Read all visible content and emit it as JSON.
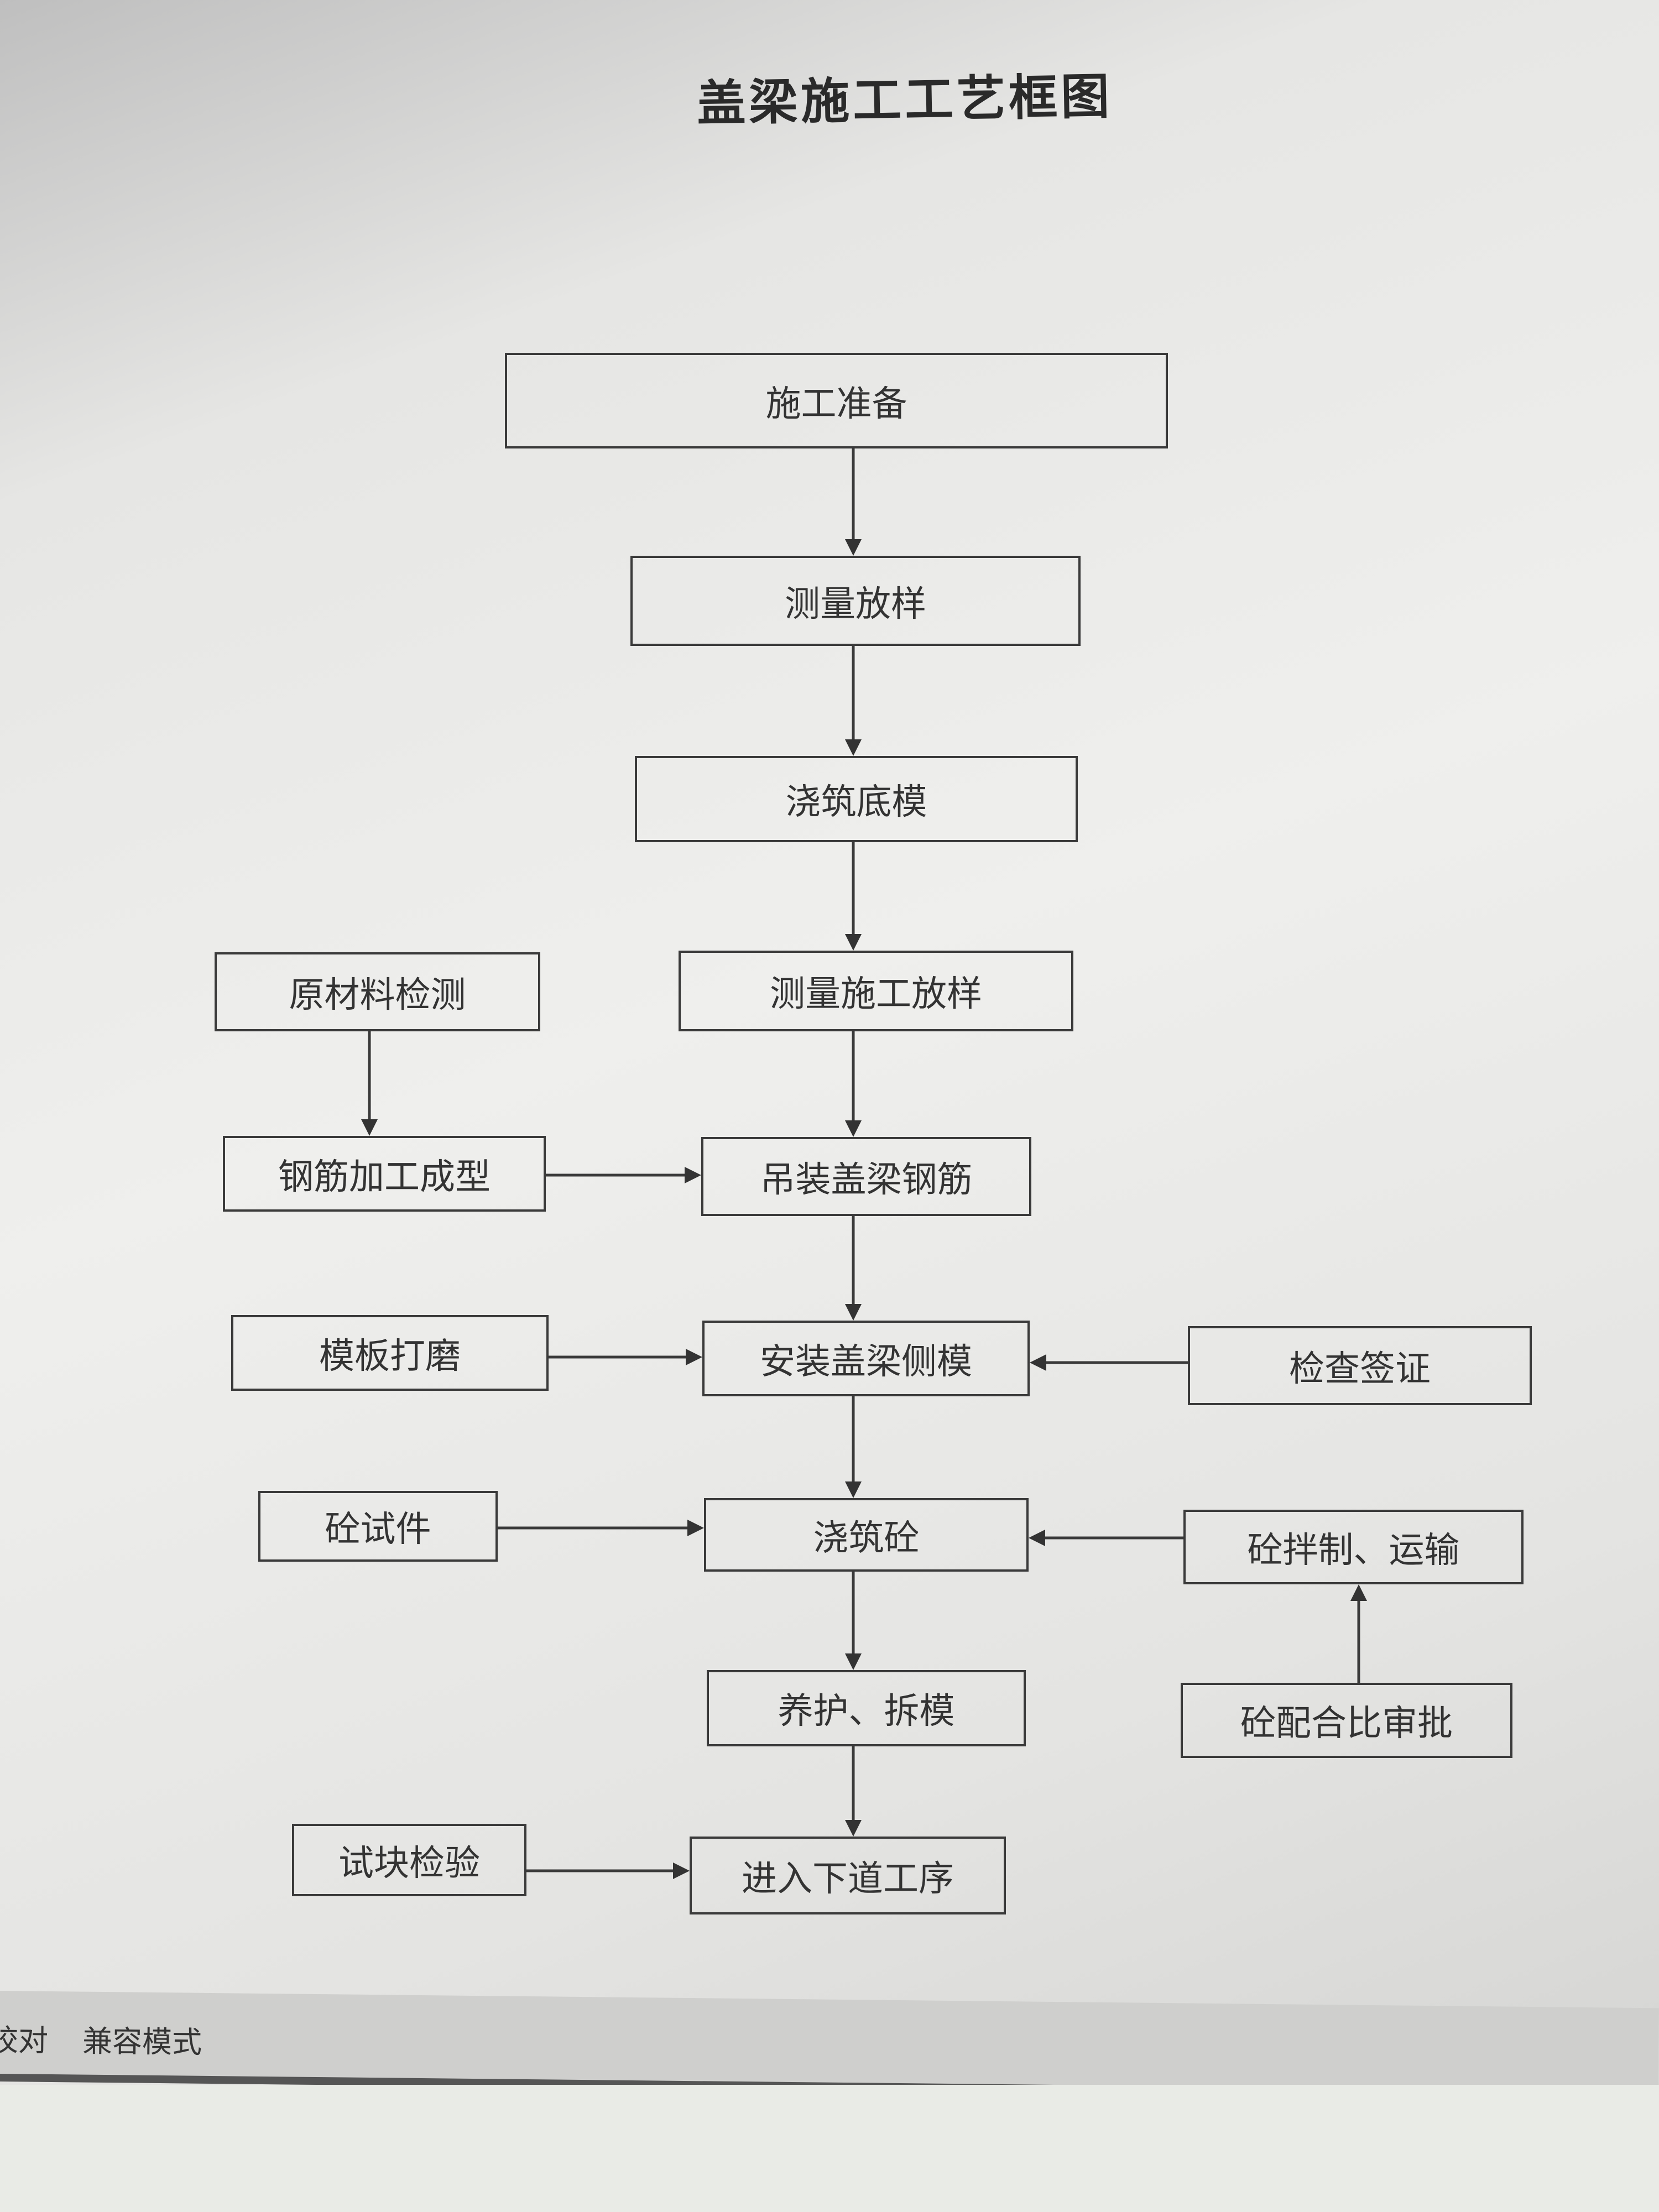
{
  "title": "盖梁施工工艺框图",
  "nodes": {
    "prep": "施工准备",
    "survey": "测量放样",
    "bottom_form": "浇筑底模",
    "construction_survey": "测量施工放样",
    "material_test": "原材料检测",
    "rebar_fab": "钢筋加工成型",
    "lift_rebar": "吊装盖梁钢筋",
    "form_polish": "模板打磨",
    "side_form": "安装盖梁侧模",
    "inspect_sign": "检查签证",
    "concrete_specimen": "砼试件",
    "pour_concrete": "浇筑砼",
    "mix_transport": "砼拌制、运输",
    "cure_strip": "养护、拆模",
    "mix_ratio": "砼配合比审批",
    "specimen_test": "试块检验",
    "next_step": "进入下道工序"
  },
  "statusbar": {
    "proofread": "校对",
    "compat_mode": "兼容模式"
  }
}
